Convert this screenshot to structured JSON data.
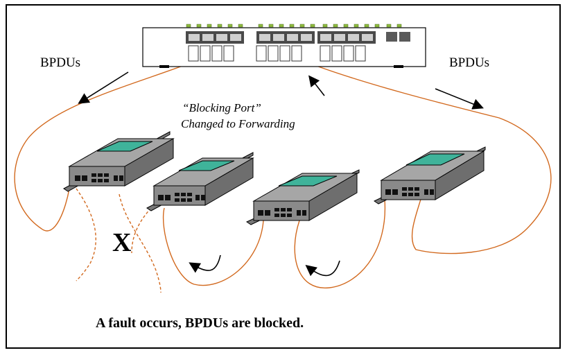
{
  "labels": {
    "bpdu_left": "BPDUs",
    "bpdu_right": "BPDUs",
    "blocking_line1": "“Blocking Port”",
    "blocking_line2": "Changed to Forwarding",
    "fault_mark": "X",
    "caption": "A fault occurs,  BPDUs are blocked."
  },
  "colors": {
    "cable": "#d2691e",
    "device_body": "#8a8a8a",
    "device_top": "#a6a6a6",
    "device_screen": "#3fb39a",
    "switch_body": "#ffffff",
    "led": "#8fbc3f"
  },
  "icons": [
    "main-switch-icon",
    "network-device-icon",
    "arrow-icon",
    "broken-link-icon"
  ]
}
